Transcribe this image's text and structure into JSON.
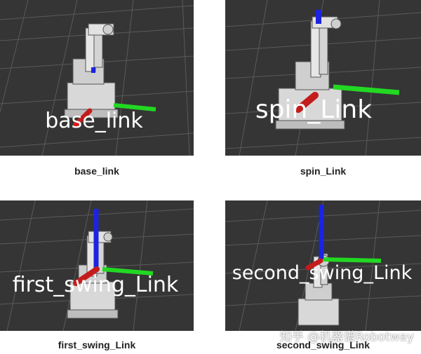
{
  "panels": [
    {
      "frame_label": "base_link",
      "caption": "base_link"
    },
    {
      "frame_label": "spin_Link",
      "caption": "spin_Link"
    },
    {
      "frame_label": "first_swing_Link",
      "caption": "first_swing_Link"
    },
    {
      "frame_label": "second_swing_Link",
      "caption": "second_swing_Link"
    }
  ],
  "watermark": "知乎 @机器谱Robotway",
  "colors": {
    "background": "#353535",
    "grid": "#5a5a5a",
    "x_axis": "#c41c1c",
    "y_axis": "#22d822",
    "z_axis": "#1c24e0",
    "robot_body": "#d8d8d8"
  }
}
